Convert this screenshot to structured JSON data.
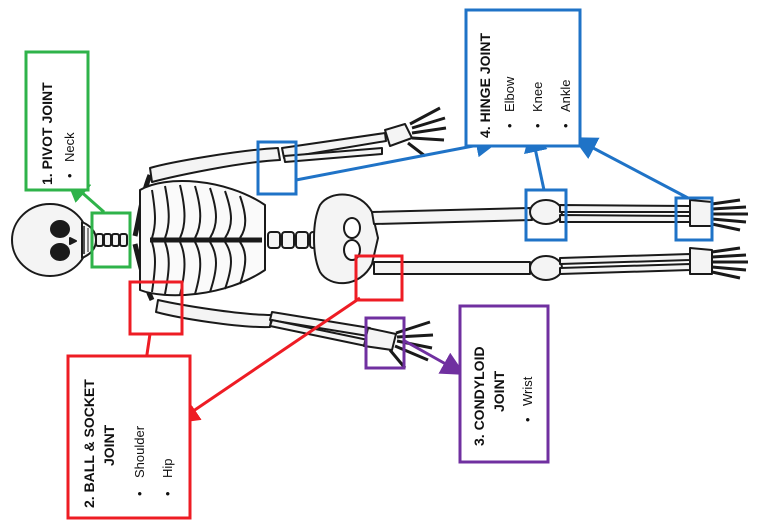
{
  "colors": {
    "pivot": "#2fb34a",
    "ball_socket": "#ee1c24",
    "condyloid": "#7030a0",
    "hinge": "#1f73c7",
    "bone_fill": "#f4f4f4",
    "bone_stroke": "#1a1a1a"
  },
  "pivot_box": {
    "title": "1. PIVOT JOINT",
    "items": [
      "Neck"
    ]
  },
  "ball_socket_box": {
    "title_line1": "2. BALL & SOCKET",
    "title_line2": "JOINT",
    "items": [
      "Shoulder",
      "Hip"
    ]
  },
  "condyloid_box": {
    "title_line1": "3. CONDYLOID",
    "title_line2": "JOINT",
    "items": [
      "Wrist"
    ]
  },
  "hinge_box": {
    "title": "4. HINGE JOINT",
    "items": [
      "Elbow",
      "Knee",
      "Ankle"
    ]
  },
  "icons": {
    "skeleton": "human-skeleton-illustration"
  }
}
